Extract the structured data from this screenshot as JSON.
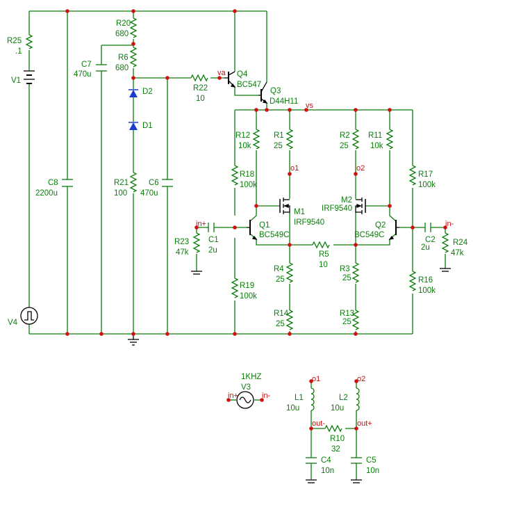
{
  "components": {
    "R25": {
      "name": "R25",
      "value": ".1"
    },
    "V1": {
      "name": "V1"
    },
    "R20": {
      "name": "R20",
      "value": "680"
    },
    "R6": {
      "name": "R6",
      "value": "680"
    },
    "C7": {
      "name": "C7",
      "value": "470u"
    },
    "C8": {
      "name": "C8",
      "value": "2200u"
    },
    "D2": {
      "name": "D2"
    },
    "D1": {
      "name": "D1"
    },
    "R21": {
      "name": "R21",
      "value": "100"
    },
    "C6": {
      "name": "C6",
      "value": "470u"
    },
    "R22": {
      "name": "R22",
      "value": "10"
    },
    "Q4": {
      "name": "Q4",
      "value": "BC547"
    },
    "Q3": {
      "name": "Q3",
      "value": "D44H11"
    },
    "R12": {
      "name": "R12",
      "value": "10k"
    },
    "R1": {
      "name": "R1",
      "value": "25"
    },
    "R2": {
      "name": "R2",
      "value": "25"
    },
    "R11": {
      "name": "R11",
      "value": "10k"
    },
    "R18": {
      "name": "R18",
      "value": "100k"
    },
    "R17": {
      "name": "R17",
      "value": "100k"
    },
    "M1": {
      "name": "M1",
      "value": "IRF9540"
    },
    "M2": {
      "name": "M2",
      "value": "IRF9540"
    },
    "Q1": {
      "name": "Q1",
      "value": "BC549C"
    },
    "Q2": {
      "name": "Q2",
      "value": "BC549C"
    },
    "R23": {
      "name": "R23",
      "value": "47k"
    },
    "C1": {
      "name": "C1",
      "value": "2u"
    },
    "C2": {
      "name": "C2",
      "value": "2u"
    },
    "R24": {
      "name": "R24",
      "value": "47k"
    },
    "R5": {
      "name": "R5",
      "value": "10"
    },
    "R4": {
      "name": "R4",
      "value": "25"
    },
    "R3": {
      "name": "R3",
      "value": "25"
    },
    "R19": {
      "name": "R19",
      "value": "100k"
    },
    "R16": {
      "name": "R16",
      "value": "100k"
    },
    "R14": {
      "name": "R14",
      "value": "25"
    },
    "R13": {
      "name": "R13",
      "value": "25"
    },
    "V4": {
      "name": "V4"
    },
    "V3": {
      "name": "V3",
      "value": "1KHZ"
    },
    "L1": {
      "name": "L1",
      "value": "10u"
    },
    "L2": {
      "name": "L2",
      "value": "10u"
    },
    "R10": {
      "name": "R10",
      "value": "32"
    },
    "C4": {
      "name": "C4",
      "value": "10n"
    },
    "C5": {
      "name": "C5",
      "value": "10n"
    }
  },
  "nets": {
    "va": "va",
    "vs": "vs",
    "o1": "o1",
    "o2": "o2",
    "in_plus": "in+",
    "in_minus": "in-",
    "out_minus": "out-",
    "out_plus": "out+"
  },
  "colors": {
    "wire": "#0a7d0a",
    "node": "#d01010",
    "net_label": "#c01010",
    "symbol": "#000000"
  }
}
